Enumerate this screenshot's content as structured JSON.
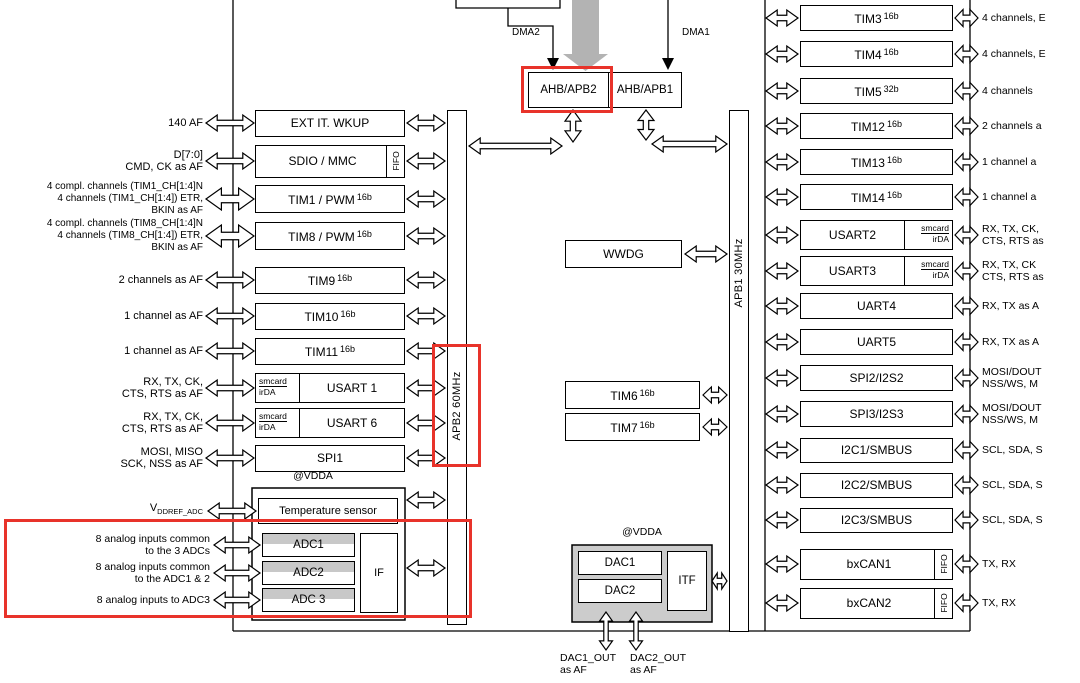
{
  "colors": {
    "highlight": "#e8332a",
    "dac_container_fill": "#cccccc",
    "gray_arrow": "#b3b3b3"
  },
  "diagram": {
    "left": {
      "rows": [
        {
          "block": "EXT IT. WKUP",
          "label_lines": [
            "140 AF"
          ]
        },
        {
          "block": "SDIO / MMC",
          "tag": "FIFO",
          "label_lines": [
            "D[7:0]",
            "CMD, CK as AF"
          ]
        },
        {
          "block": "TIM1 / PWM",
          "sup": "16b",
          "label_lines": [
            "4 compl. channels (TIM1_CH[1:4]N",
            "4 channels (TIM1_CH[1:4]) ETR,",
            "BKIN as AF"
          ]
        },
        {
          "block": "TIM8 / PWM",
          "sup": "16b",
          "label_lines": [
            "4 compl. channels (TIM8_CH[1:4]N",
            "4 channels (TIM8_CH[1:4]) ETR,",
            "BKIN as AF"
          ]
        },
        {
          "block": "TIM9",
          "sup": "16b",
          "label_lines": [
            "2 channels as AF"
          ]
        },
        {
          "block": "TIM10",
          "sup": "16b",
          "label_lines": [
            "1 channel as AF"
          ]
        },
        {
          "block": "TIM11",
          "sup": "16b",
          "label_lines": [
            "1 channel as AF"
          ]
        },
        {
          "block": "USART 1",
          "tag2": [
            "smcard",
            "irDA"
          ],
          "label_lines": [
            "RX, TX, CK,",
            "CTS, RTS as AF"
          ]
        },
        {
          "block": "USART 6",
          "tag2": [
            "smcard",
            "irDA"
          ],
          "label_lines": [
            "RX, TX, CK,",
            "CTS, RTS as AF"
          ]
        },
        {
          "block": "SPI1",
          "label_lines": [
            "MOSI, MISO",
            "SCK, NSS as AF"
          ]
        }
      ],
      "analog": {
        "vdda": "@VDDA",
        "vref_pre": "V",
        "vref_sub": "DDREF_ADC",
        "temp_sensor": "Temperature sensor",
        "if_label": "IF",
        "rows": [
          {
            "block": "ADC1",
            "label_lines": [
              "8 analog inputs common",
              "to the 3 ADCs"
            ]
          },
          {
            "block": "ADC2",
            "label_lines": [
              "8 analog inputs common",
              "to the ADC1 & 2"
            ]
          },
          {
            "block": "ADC 3",
            "label_lines": [
              "8 analog inputs to ADC3"
            ]
          }
        ]
      }
    },
    "center": {
      "dma2": "DMA2",
      "dma1": "DMA1",
      "ahb_apb2": "AHB/APB2",
      "ahb_apb1": "AHB/APB1",
      "wwdg": "WWDG",
      "tim6": "TIM6",
      "tim6_sup": "16b",
      "tim7": "TIM7",
      "tim7_sup": "16b",
      "apb2_bus": "APB2 60MHz",
      "apb1_bus": "APB1 30MHz",
      "dac": {
        "vdda": "@VDDA",
        "dac1": "DAC1",
        "dac2": "DAC2",
        "itf": "ITF",
        "out1_lines": [
          "DAC1_OUT",
          "as AF"
        ],
        "out2_lines": [
          "DAC2_OUT",
          "as AF"
        ]
      }
    },
    "right": {
      "rows": [
        {
          "block": "TIM3",
          "sup": "16b",
          "label_lines": [
            "4 channels, E"
          ]
        },
        {
          "block": "TIM4",
          "sup": "16b",
          "label_lines": [
            "4 channels, E"
          ]
        },
        {
          "block": "TIM5",
          "sup": "32b",
          "label_lines": [
            "4 channels"
          ]
        },
        {
          "block": "TIM12",
          "sup": "16b",
          "label_lines": [
            "2 channels a"
          ]
        },
        {
          "block": "TIM13",
          "sup": "16b",
          "label_lines": [
            "1 channel a"
          ]
        },
        {
          "block": "TIM14",
          "sup": "16b",
          "label_lines": [
            "1 channel a"
          ]
        },
        {
          "block": "USART2",
          "tag2": [
            "smcard",
            "irDA"
          ],
          "label_lines": [
            "RX, TX, CK,",
            "CTS, RTS as"
          ]
        },
        {
          "block": "USART3",
          "tag2": [
            "smcard",
            "irDA"
          ],
          "label_lines": [
            "RX, TX, CK",
            "CTS, RTS as"
          ]
        },
        {
          "block": "UART4",
          "label_lines": [
            "RX, TX as A"
          ]
        },
        {
          "block": "UART5",
          "label_lines": [
            "RX, TX as A"
          ]
        },
        {
          "block": "SPI2/I2S2",
          "label_lines": [
            "MOSI/DOUT",
            "NSS/WS, M"
          ]
        },
        {
          "block": "SPI3/I2S3",
          "label_lines": [
            "MOSI/DOUT",
            "NSS/WS, M"
          ]
        },
        {
          "block": "I2C1/SMBUS",
          "label_lines": [
            "SCL, SDA, S"
          ]
        },
        {
          "block": "I2C2/SMBUS",
          "label_lines": [
            "SCL, SDA, S"
          ]
        },
        {
          "block": "I2C3/SMBUS",
          "label_lines": [
            "SCL, SDA, S"
          ]
        },
        {
          "block": "bxCAN1",
          "tag": "FIFO",
          "label_lines": [
            "TX, RX"
          ]
        },
        {
          "block": "bxCAN2",
          "tag": "FIFO",
          "label_lines": [
            "TX, RX"
          ]
        }
      ]
    }
  }
}
